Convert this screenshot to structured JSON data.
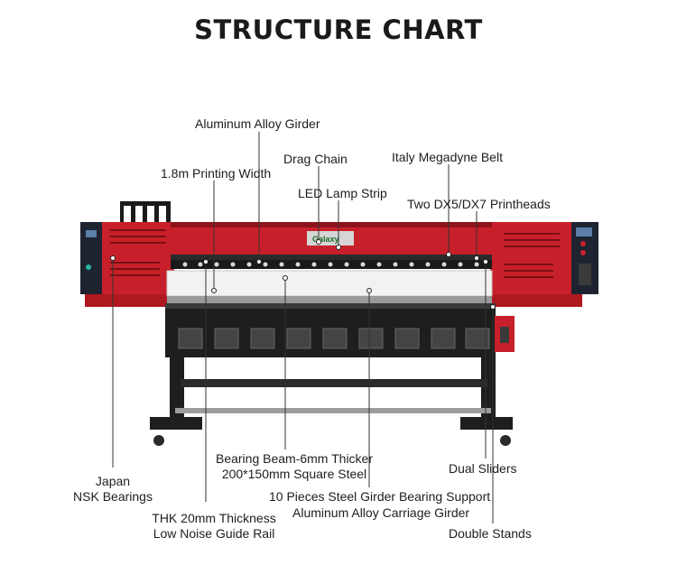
{
  "title": "STRUCTURE CHART",
  "brand_text": "Galaxy",
  "labels": {
    "aluminum_girder": "Aluminum Alloy Girder",
    "drag_chain": "Drag Chain",
    "italy_belt": "Italy Megadyne Belt",
    "printing_width": "1.8m Printing Width",
    "led_lamp": "LED Lamp Strip",
    "printheads": "Two DX5/DX7 Printheads",
    "bearing_beam_1": "Bearing Beam-6mm Thicker",
    "bearing_beam_2": "200*150mm Square Steel",
    "japan_1": "Japan",
    "japan_2": "NSK Bearings",
    "dual_sliders": "Dual Sliders",
    "steel_girder": "10 Pieces Steel Girder Bearing Support",
    "carriage_girder": "Aluminum Alloy Carriage Girder",
    "thk_1": "THK 20mm Thickness",
    "thk_2": "Low Noise Guide Rail",
    "double_stands": "Double Stands"
  },
  "colors": {
    "body_red": "#c8202a",
    "frame_dark": "#2a2a2a",
    "media_white": "#f2f2f2",
    "leader_line": "#333333"
  }
}
